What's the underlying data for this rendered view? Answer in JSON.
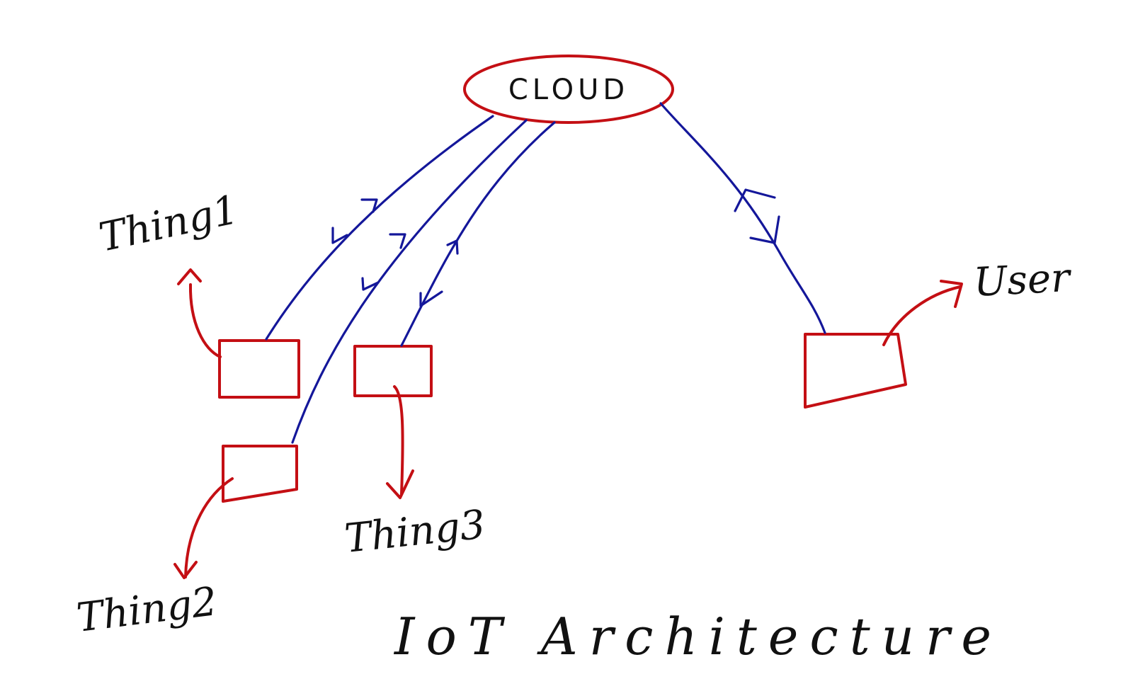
{
  "title": "IoT Architecture",
  "nodes": {
    "cloud": "CLOUD",
    "thing1": "Thing1",
    "thing2": "Thing2",
    "thing3": "Thing3",
    "user": "User"
  },
  "colors": {
    "device_stroke": "#c40f14",
    "link_stroke": "#14179a",
    "text": "#111111",
    "background": "#ffffff"
  }
}
